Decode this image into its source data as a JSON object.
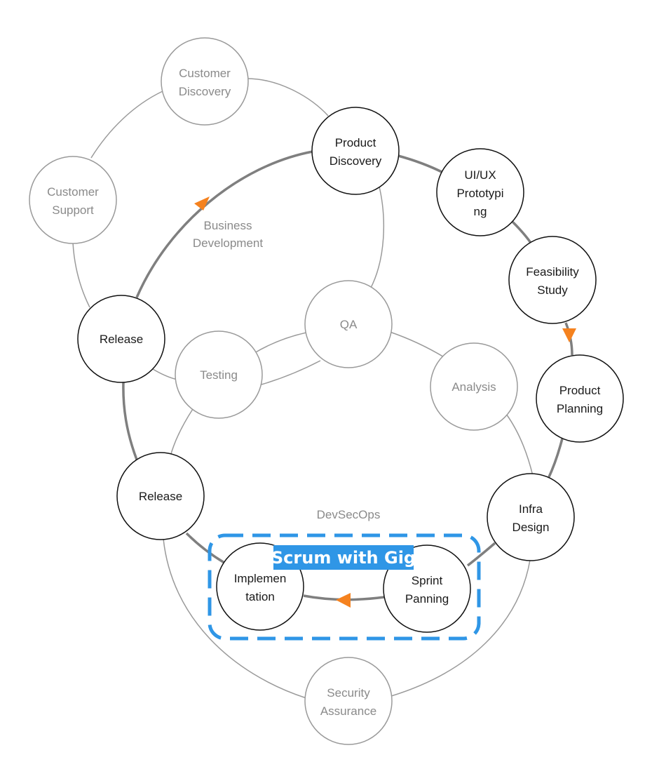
{
  "regions": {
    "business_development": [
      "Business",
      "Development"
    ],
    "devsecops": "DevSecOps",
    "scrum_title": "Scrum with Gig"
  },
  "colors": {
    "active_stroke": "#111111",
    "faded_stroke": "#9a9a9a",
    "main_flow": "#7f7f7f",
    "thin_ring": "#9a9a9a",
    "arrow": "#f5821f",
    "scrum_accent": "#2f96e6"
  },
  "nodes": {
    "customer_discovery": {
      "lines": [
        "Customer",
        "Discovery"
      ],
      "state": "faded"
    },
    "customer_support": {
      "lines": [
        "Customer",
        "Support"
      ],
      "state": "faded"
    },
    "product_discovery": {
      "lines": [
        "Product",
        "Discovery"
      ],
      "state": "active"
    },
    "uiux_prototyping": {
      "lines": [
        "UI/UX",
        "Prototypi",
        "ng"
      ],
      "state": "active"
    },
    "feasibility_study": {
      "lines": [
        "Feasibility",
        "Study"
      ],
      "state": "active"
    },
    "release_upper": {
      "lines": [
        "Release"
      ],
      "state": "active"
    },
    "qa": {
      "lines": [
        "QA"
      ],
      "state": "faded"
    },
    "testing": {
      "lines": [
        "Testing"
      ],
      "state": "faded"
    },
    "analysis": {
      "lines": [
        "Analysis"
      ],
      "state": "faded"
    },
    "product_planning": {
      "lines": [
        "Product",
        "Planning"
      ],
      "state": "active"
    },
    "release_lower": {
      "lines": [
        "Release"
      ],
      "state": "active"
    },
    "infra_design": {
      "lines": [
        "Infra",
        "Design"
      ],
      "state": "active"
    },
    "implementation": {
      "lines": [
        "Implemen",
        "tation"
      ],
      "state": "active"
    },
    "sprint_planning": {
      "lines": [
        "Sprint",
        "Panning"
      ],
      "state": "active"
    },
    "security_assurance": {
      "lines": [
        "Security",
        "Assurance"
      ],
      "state": "faded"
    }
  }
}
